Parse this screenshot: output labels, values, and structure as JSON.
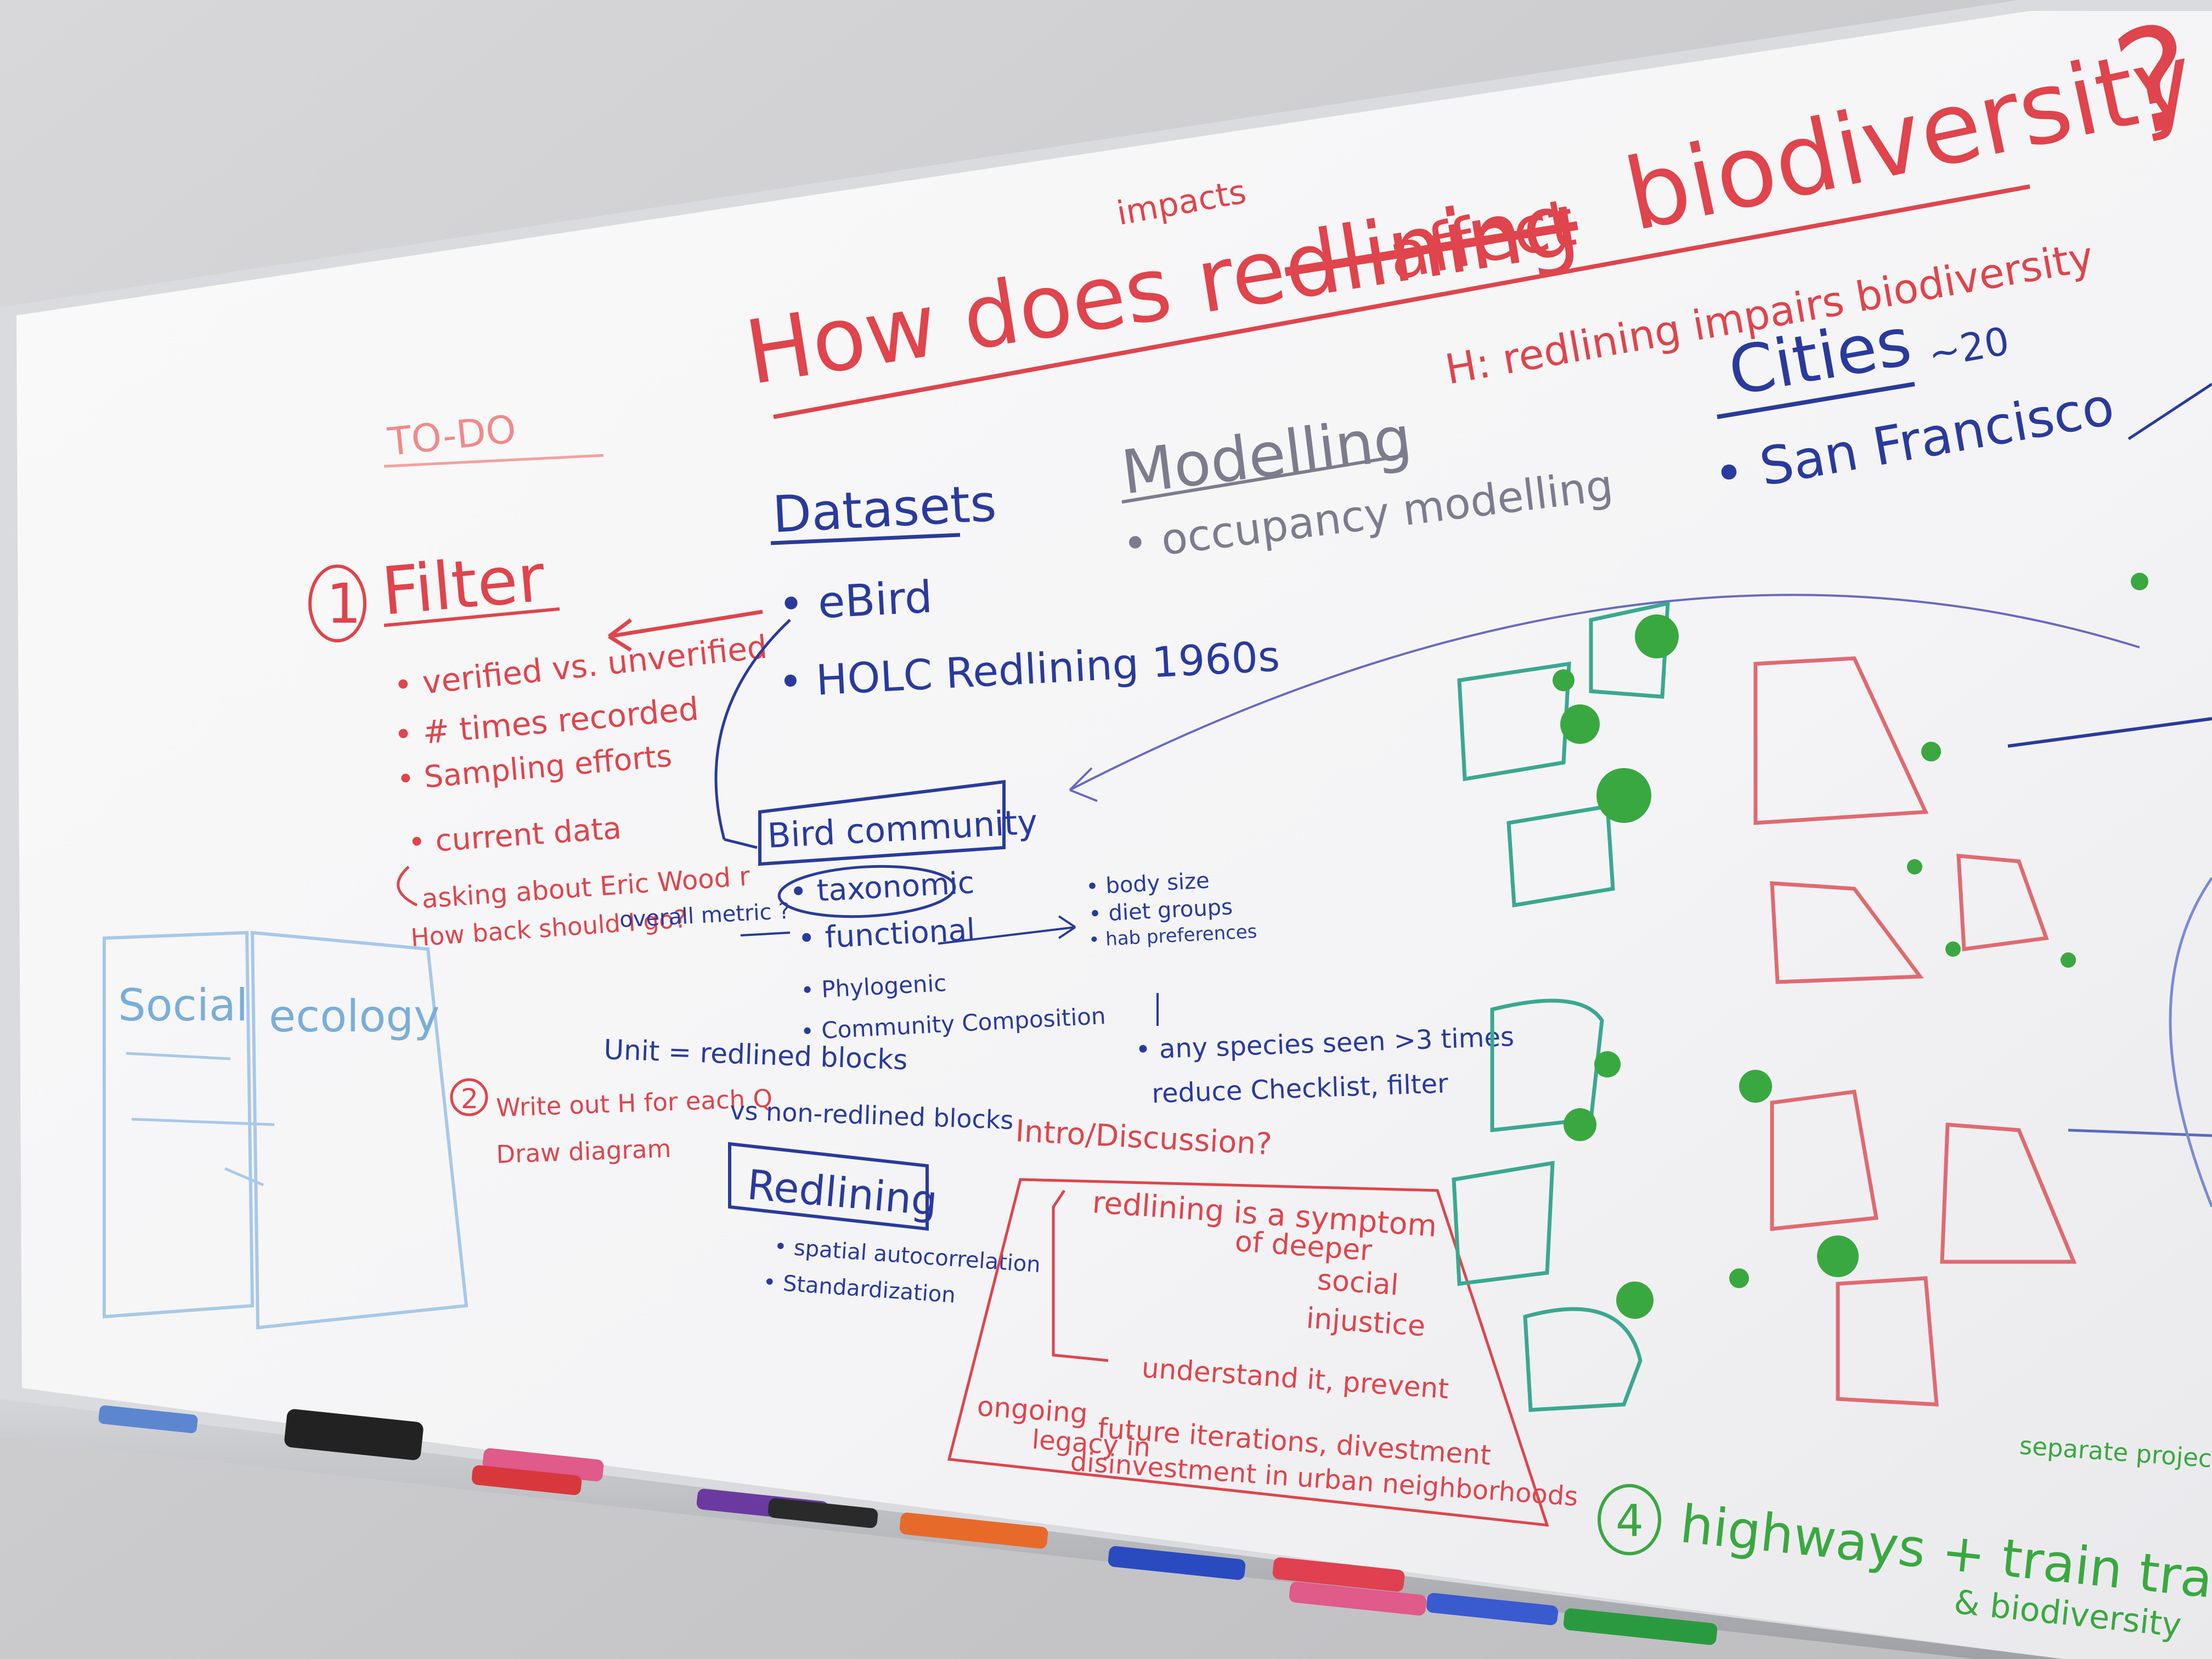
{
  "colors": {
    "red": "#e0444c",
    "blue": "#2a3a9c",
    "gray": "#7c7c8e",
    "green": "#3aa840",
    "teal": "#3aa890",
    "lightblue": "#7aaed8"
  },
  "question": {
    "prefix": "How does re",
    "struck": "dlining",
    "suffix": "affect",
    "insert": "impacts",
    "last": "biodiversity",
    "mark": "?"
  },
  "hypothesis": "H: redlining impairs biodiversity",
  "todo": "TO-DO",
  "filter": {
    "number": "1",
    "title": "Filter",
    "items": [
      "verified vs. unverified",
      "# times recorded",
      "Sampling efforts",
      "current data"
    ],
    "note1": "asking about Eric Wood r",
    "note2": "How back should I go?"
  },
  "datasets": {
    "title": "Datasets",
    "items": [
      "eBird",
      "HOLC Redlining 1960s"
    ]
  },
  "modelling": {
    "title": "Modelling",
    "item": "occupancy modelling"
  },
  "cities": {
    "title": "Cities",
    "count": "~20",
    "item": "San Francisco"
  },
  "bird": {
    "title": "Bird community",
    "items": [
      "taxonomic",
      "functional",
      "Phylogenic",
      "Community Composition"
    ],
    "side": "overall metric ?",
    "traits": [
      "body size",
      "diet groups",
      "hab preferences"
    ],
    "filter_note": [
      "any species seen >3 times",
      "reduce Checklist, filter"
    ]
  },
  "social": [
    "Social",
    "ecology"
  ],
  "step2": {
    "number": "2",
    "line1": "Write out H for each Q",
    "line2": "Draw diagram"
  },
  "unit": {
    "line1": "Unit = redlined blocks",
    "line2": "vs non-redlined blocks"
  },
  "redlining": {
    "title": "Redlining",
    "items": [
      "spatial autocorrelation",
      "Standardization"
    ]
  },
  "intro": {
    "title": "Intro/Discussion?",
    "lines": [
      "redlining is a symptom",
      "of deeper",
      "social",
      "injustice"
    ],
    "lines2": [
      "understand it, prevent",
      "future iterations, divestment",
      "disinvestment in urban neighborhoods"
    ],
    "ongoing": [
      "ongoing",
      "legacy in"
    ]
  },
  "step4": {
    "number": "4",
    "text": "highways + train tracks",
    "sub": "& biodiversity",
    "note": "separate project"
  }
}
